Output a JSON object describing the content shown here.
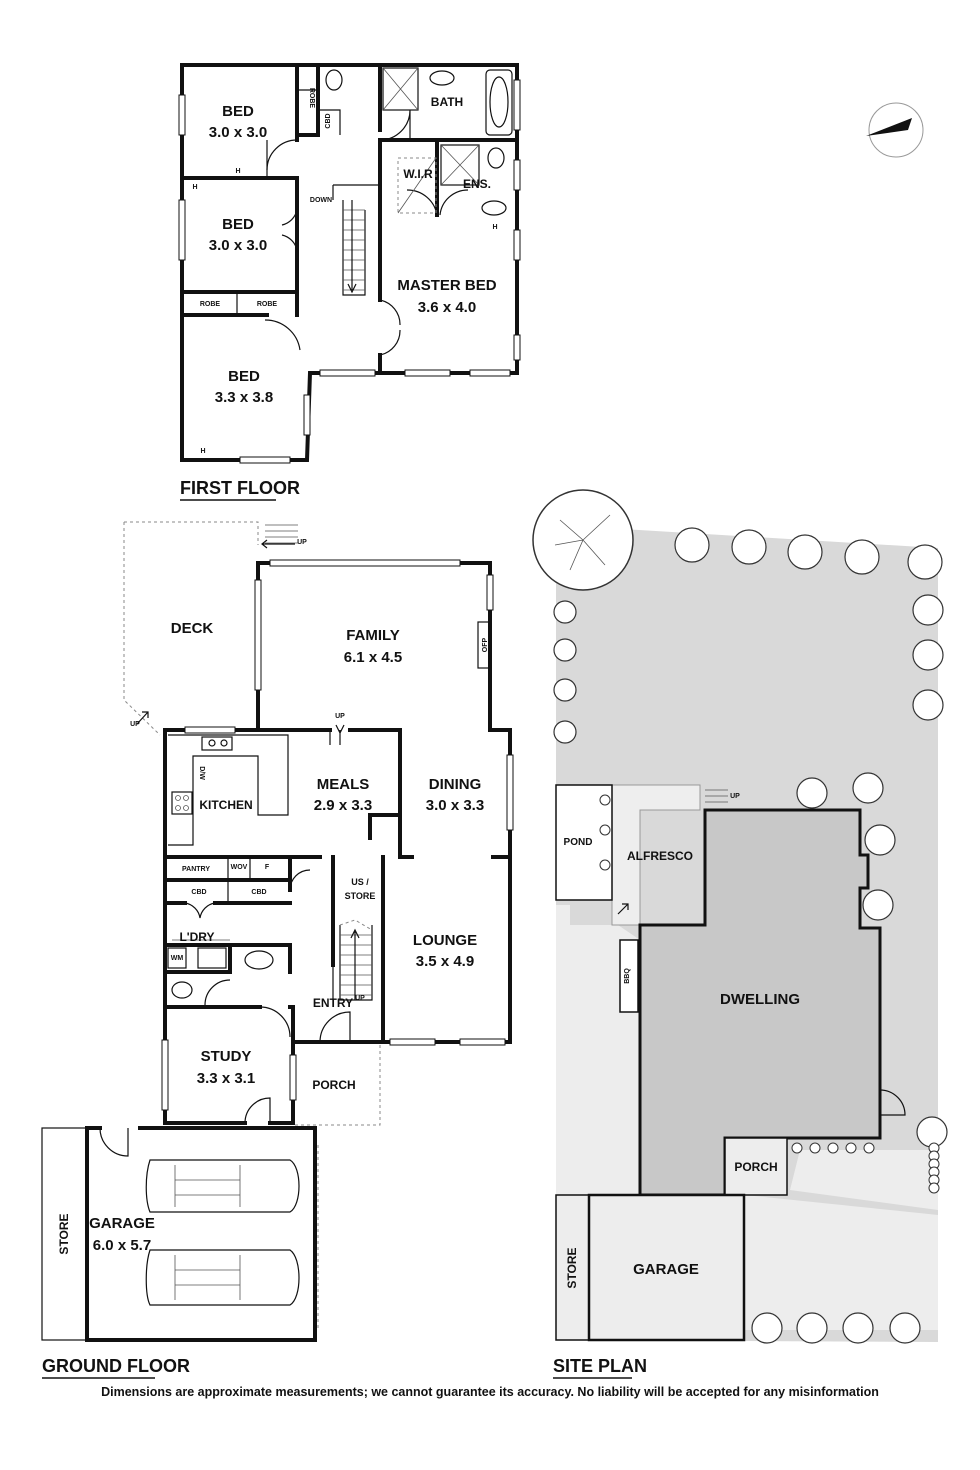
{
  "floors": {
    "first_floor": "FIRST FLOOR",
    "ground_floor": "GROUND FLOOR",
    "site_plan": "SITE PLAN"
  },
  "first_floor_rooms": {
    "bed1": {
      "name": "BED",
      "size": "3.0 x 3.0"
    },
    "bed2": {
      "name": "BED",
      "size": "3.0 x 3.0"
    },
    "bed3": {
      "name": "BED",
      "size": "3.3 x 3.8"
    },
    "master": {
      "name": "MASTER BED",
      "size": "3.6 x 4.0"
    },
    "bath": "BATH",
    "wir": "W.I.R",
    "ens": "ENS.",
    "robe": "ROBE",
    "cbd": "CBD",
    "down": "DOWN",
    "heater": "H"
  },
  "ground_floor_rooms": {
    "deck": "DECK",
    "family": {
      "name": "FAMILY",
      "size": "6.1 x 4.5"
    },
    "ofp": "OFP",
    "meals": {
      "name": "MEALS",
      "size": "2.9 x 3.3"
    },
    "dining": {
      "name": "DINING",
      "size": "3.0 x 3.3"
    },
    "kitchen": "KITCHEN",
    "dw": "D/W",
    "pantry": "PANTRY",
    "wov": "WOV",
    "fridge": "F",
    "cbd": "CBD",
    "us_store": [
      "US /",
      "STORE"
    ],
    "lounge": {
      "name": "LOUNGE",
      "size": "3.5 x 4.9"
    },
    "ldry": "L'DRY",
    "wm": "WM",
    "entry": "ENTRY",
    "study": {
      "name": "STUDY",
      "size": "3.3 x 3.1"
    },
    "porch": "PORCH",
    "garage": {
      "name": "GARAGE",
      "size": "6.0 x 5.7"
    },
    "store": "STORE",
    "up": "UP"
  },
  "site_plan_labels": {
    "pond": "POND",
    "alfresco": "ALFRESCO",
    "dwelling": "DWELLING",
    "bbq": "BBQ",
    "porch": "PORCH",
    "garage": "GARAGE",
    "store": "STORE",
    "up": "UP"
  },
  "disclaimer": "Dimensions are approximate measurements; we cannot guarantee its accuracy. No liability will be accepted for any misinformation",
  "colors": {
    "wall": "#111111",
    "site_fill": "#d9d9d9",
    "dwelling_fill": "#c8c8c8"
  }
}
